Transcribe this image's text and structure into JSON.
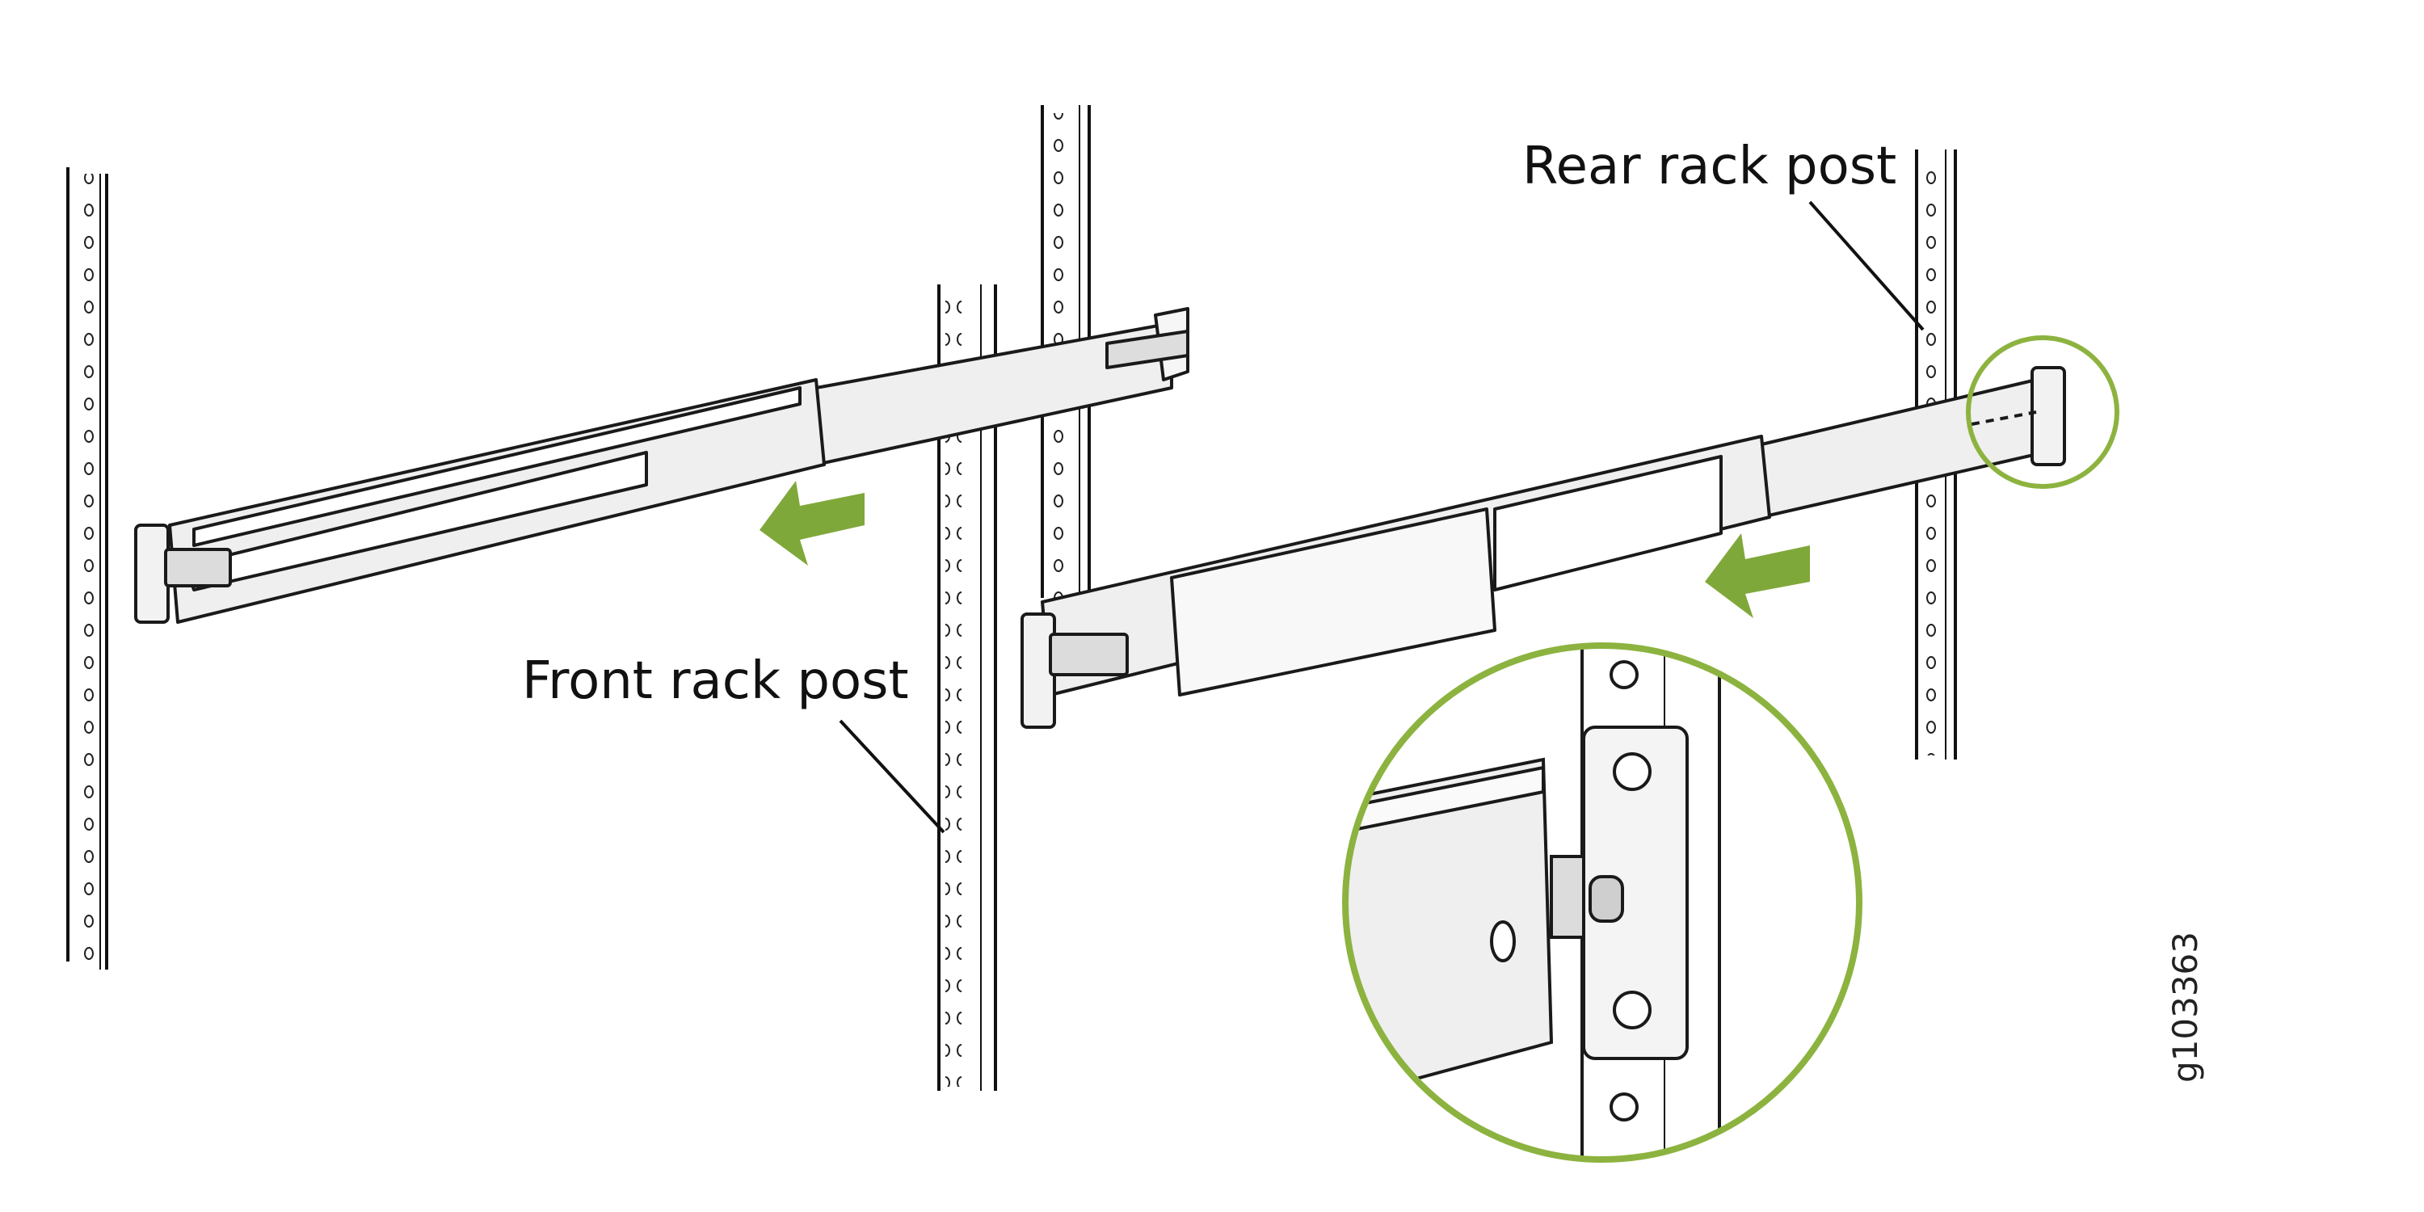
{
  "labels": {
    "rear_rack_post": "Rear rack post",
    "front_rack_post": "Front rack post"
  },
  "figure_id": "g103363",
  "colors": {
    "arrow": "#7fa83a",
    "callout_circle": "#8cb33f",
    "rail_fill": "#efefef",
    "rail_stroke": "#1a1a1a"
  },
  "icons": {
    "direction_arrows": "left-arrow-icon",
    "detail_callout": "magnifier-circle"
  }
}
